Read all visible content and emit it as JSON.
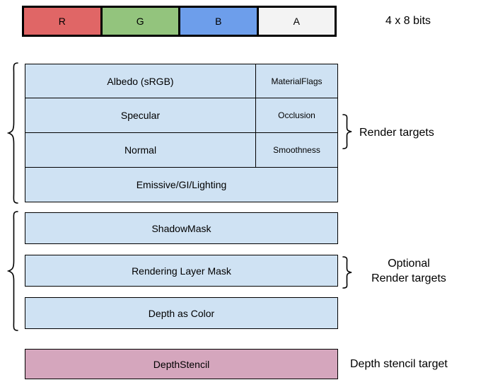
{
  "bits_bar": {
    "caption": "4 x 8 bits",
    "cells": [
      {
        "label": "R",
        "color": "#E06666"
      },
      {
        "label": "G",
        "color": "#93C47D"
      },
      {
        "label": "B",
        "color": "#6D9EEB"
      },
      {
        "label": "A",
        "color": "#F3F3F3"
      }
    ]
  },
  "render_targets": {
    "caption": "Render targets",
    "fill": "#CFE2F3",
    "rows": [
      {
        "main": "Albedo (sRGB)",
        "aux": "MaterialFlags"
      },
      {
        "main": "Specular",
        "aux": "Occlusion"
      },
      {
        "main": "Normal",
        "aux": "Smoothness"
      },
      {
        "main": "Emissive/GI/Lighting",
        "aux": ""
      }
    ]
  },
  "optional_render_targets": {
    "caption_line1": "Optional",
    "caption_line2": "Render targets",
    "fill": "#CFE2F3",
    "rows": [
      {
        "label": "ShadowMask"
      },
      {
        "label": "Rendering Layer Mask"
      },
      {
        "label": "Depth as Color"
      }
    ]
  },
  "depth_stencil": {
    "box_label": "DepthStencil",
    "caption": "Depth stencil target",
    "fill": "#D5A6BD"
  }
}
